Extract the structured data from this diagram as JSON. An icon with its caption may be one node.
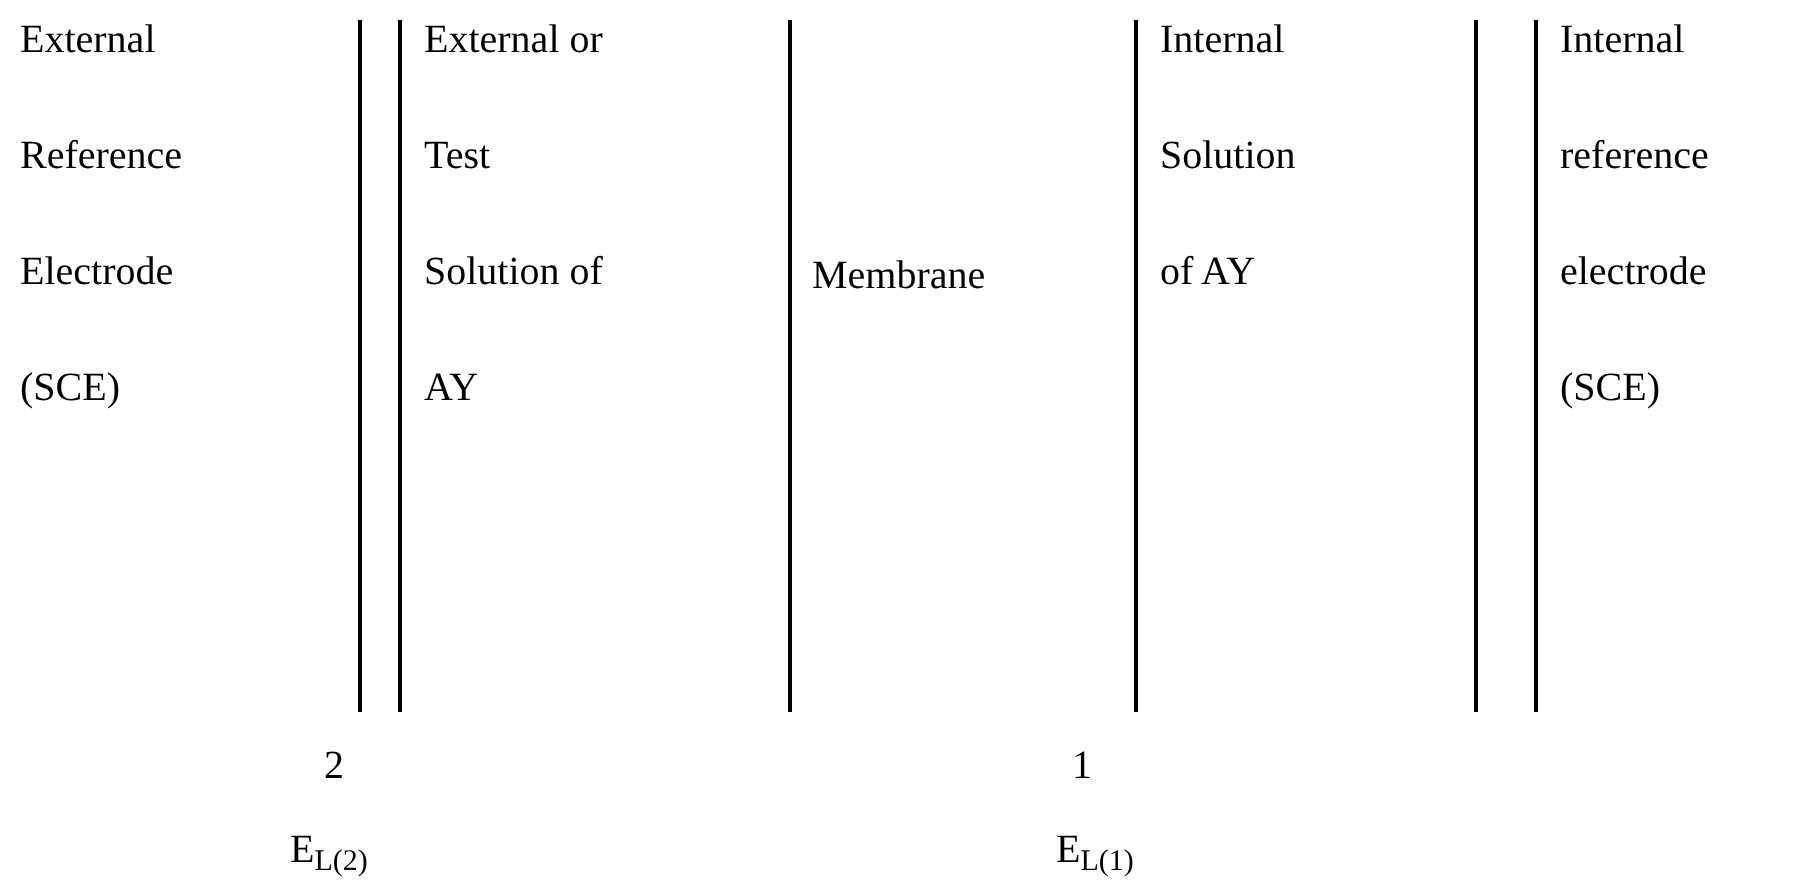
{
  "diagram": {
    "nodes": [
      {
        "text": [
          "External Reference Electrode (SCE)"
        ]
      },
      {
        "text": [
          "External or Test Solution of AY"
        ]
      },
      {
        "text": [
          "Membrane"
        ]
      },
      {
        "text": [
          "Internal Solution of AY"
        ]
      },
      {
        "text": [
          "Internal reference electrode (SCE)"
        ]
      }
    ],
    "labels": [
      "2",
      "1",
      "E$_{L(2)}$",
      "E$_{L(1)}$"
    ]
  }
}
